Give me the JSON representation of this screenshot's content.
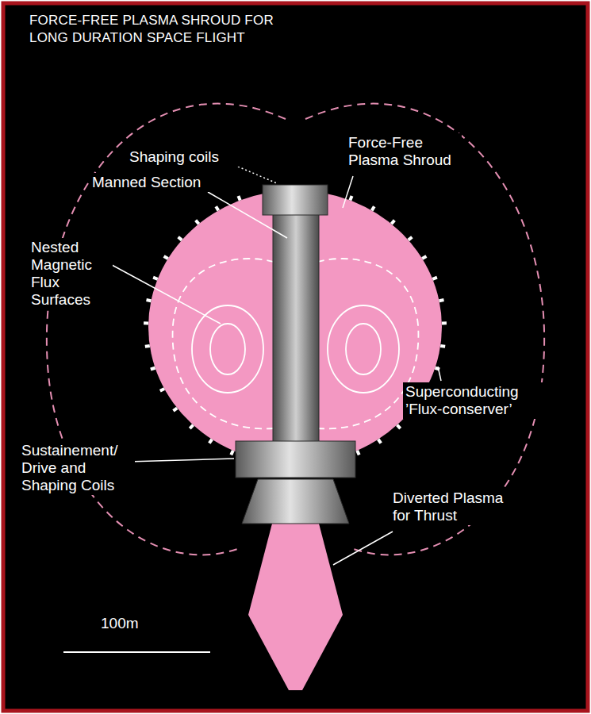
{
  "diagram": {
    "title": "FORCE-FREE PLASMA SHROUD FOR LONG DURATION SPACE FLIGHT",
    "labels": [
      "Shaping coils",
      "Manned Section",
      "Force-Free Plasma Shroud",
      "Nested Magnetic Flux Surfaces",
      "Superconducting ’Flux-conserver’",
      "Sustainement/ Drive and Shaping Coils",
      "Diverted Plasma for Thrust",
      "100m"
    ]
  }
}
